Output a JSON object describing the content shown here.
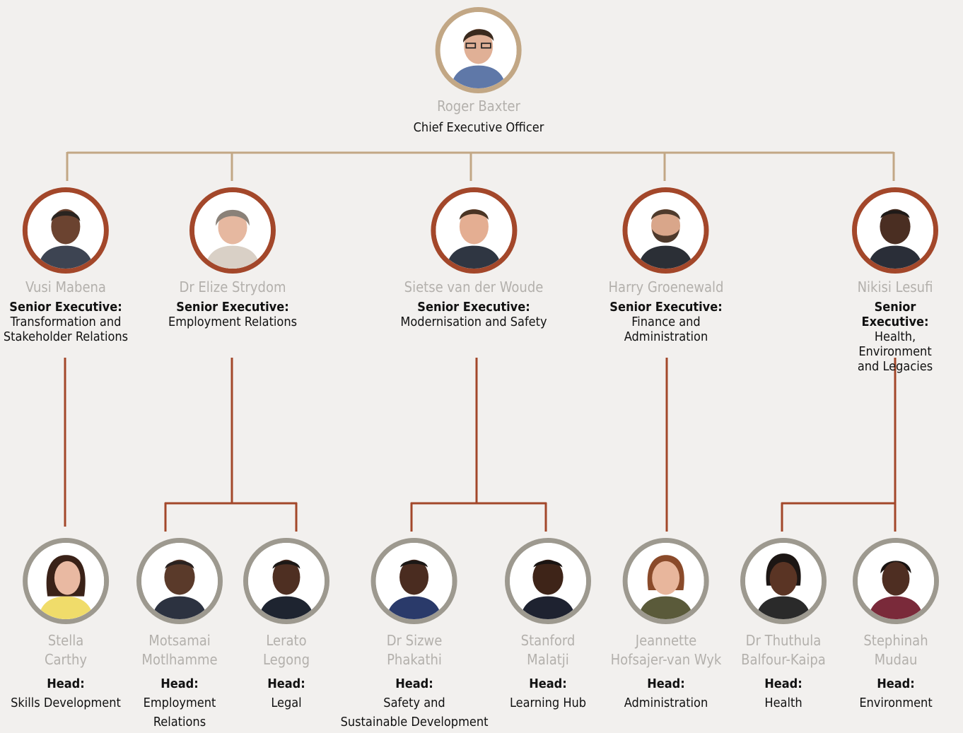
{
  "colors": {
    "background": "#f2f0ee",
    "ceo_ring": "#c2a785",
    "ceo_connector": "#c2a785",
    "executive_ring": "#a3472a",
    "executive_connector": "#a3472a",
    "head_ring": "#9d998f",
    "name_text": "#b3b0ac",
    "role_text": "#111111"
  },
  "ceo": {
    "name": "Roger Baxter",
    "role": "Chief Executive Officer",
    "photo_icon": "portrait-photo"
  },
  "executives": [
    {
      "name": "Vusi Mabena",
      "role_title": "Senior Executive:",
      "role_desc": "Transformation and\nStakeholder Relations",
      "photo_icon": "portrait-photo"
    },
    {
      "name": "Dr Elize Strydom",
      "role_title": "Senior Executive:",
      "role_desc": "Employment Relations",
      "photo_icon": "portrait-photo"
    },
    {
      "name": "Sietse van der Woude",
      "role_title": "Senior Executive:",
      "role_desc": "Modernisation and Safety",
      "photo_icon": "portrait-photo"
    },
    {
      "name": "Harry Groenewald",
      "role_title": "Senior Executive:",
      "role_desc": "Finance and\nAdministration",
      "photo_icon": "portrait-photo"
    },
    {
      "name": "Nikisi Lesufi",
      "role_title": "Senior Executive:",
      "role_desc": "Health, Environment\nand Legacies",
      "photo_icon": "portrait-photo"
    }
  ],
  "heads": [
    {
      "name": "Stella\nCarthy",
      "role_title": "Head:",
      "role_desc": "Skills Development",
      "photo_icon": "portrait-photo"
    },
    {
      "name": "Motsamai\nMotlhamme",
      "role_title": "Head:",
      "role_desc": "Employment\nRelations",
      "photo_icon": "portrait-photo"
    },
    {
      "name": "Lerato\nLegong",
      "role_title": "Head:",
      "role_desc": "Legal",
      "photo_icon": "portrait-photo"
    },
    {
      "name": "Dr Sizwe\nPhakathi",
      "role_title": "Head:",
      "role_desc": "Safety and\nSustainable Development",
      "photo_icon": "portrait-photo"
    },
    {
      "name": "Stanford\nMalatji",
      "role_title": "Head:",
      "role_desc": "Learning Hub",
      "photo_icon": "portrait-photo"
    },
    {
      "name": "Jeannette\nHofsajer-van Wyk",
      "role_title": "Head:",
      "role_desc": "Administration",
      "photo_icon": "portrait-photo"
    },
    {
      "name": "Dr Thuthula\nBalfour-Kaipa",
      "role_title": "Head:",
      "role_desc": "Health",
      "photo_icon": "portrait-photo"
    },
    {
      "name": "Stephinah\nMudau",
      "role_title": "Head:",
      "role_desc": "Environment",
      "photo_icon": "portrait-photo"
    }
  ]
}
